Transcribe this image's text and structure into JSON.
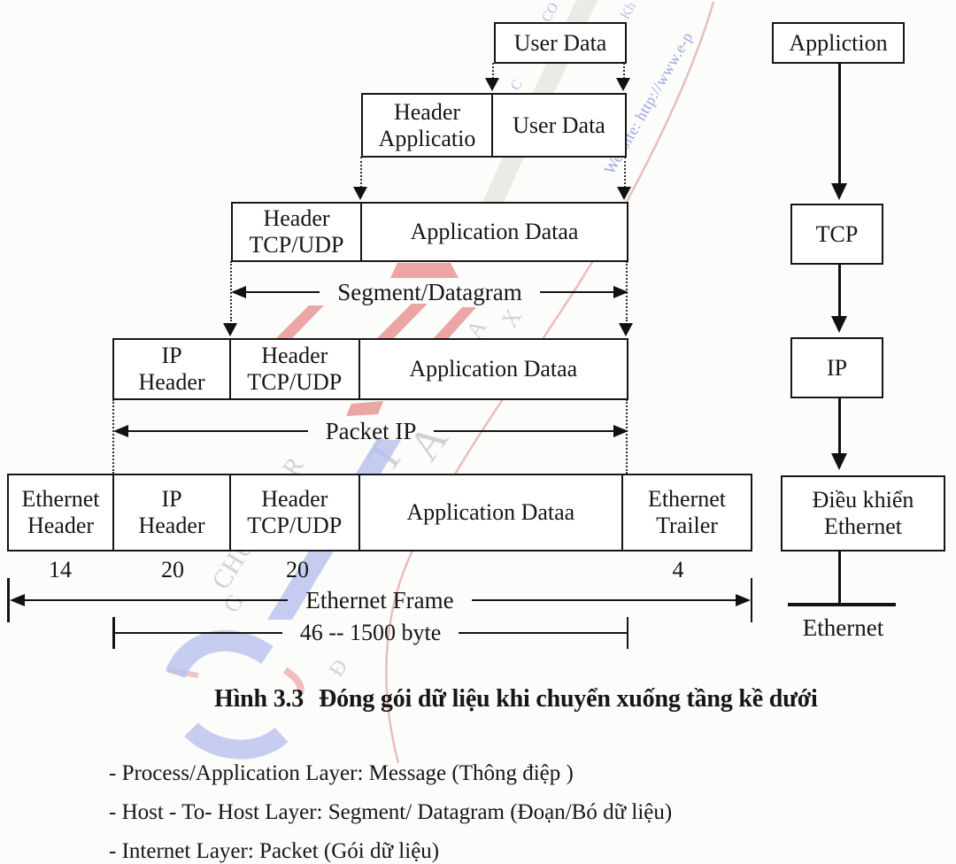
{
  "watermark": {
    "url_fragment": "Website: http://www.e-p",
    "fragments": {
      "c": "C",
      "co": "CO",
      "kh": "Kh",
      "chu": "CHU",
      "g": "G",
      "t": "T",
      "a1": "A",
      "r": "R",
      "a2": "A",
      "x": "X",
      "d": "Đ"
    },
    "colors": {
      "logo_red": "#d94f4f",
      "logo_blue": "#b7bfed",
      "url_blue": "#96a2de"
    }
  },
  "diagram": {
    "row_user": {
      "label": "User Data"
    },
    "row_application": {
      "header": [
        "Header",
        "Applicatio"
      ],
      "data": "User Data"
    },
    "row_transport": {
      "header": [
        "Header",
        "TCP/UDP"
      ],
      "data": "Application Dataa",
      "span_label": "Segment/Datagram"
    },
    "row_internet": {
      "ip_header": [
        "IP",
        "Header"
      ],
      "tcp_header": [
        "Header",
        "TCP/UDP"
      ],
      "data": "Application Dataa",
      "span_label": "Packet IP"
    },
    "row_ethernet": {
      "eth_header": [
        "Ethernet",
        "Header"
      ],
      "ip_header": [
        "IP",
        "Header"
      ],
      "tcp_header": [
        "Header",
        "TCP/UDP"
      ],
      "data": "Application Dataa",
      "eth_trailer": [
        "Ethernet",
        "Trailer"
      ],
      "sizes": {
        "eth_header": "14",
        "ip_header": "20",
        "tcp_header": "20",
        "eth_trailer": "4"
      },
      "frame_label": "Ethernet Frame",
      "payload_label": "46 -- 1500 byte"
    }
  },
  "stack": {
    "application": "Appliction",
    "tcp": "TCP",
    "ip": "IP",
    "ethernet_control": [
      "Điều khiển",
      "Ethernet"
    ],
    "ethernet_bus_label": "Ethernet"
  },
  "caption": {
    "figure": "Hình 3.3",
    "title": "Đóng gói dữ liệu khi chuyển xuống tầng kề dưới"
  },
  "notes": [
    "- Process/Application Layer: Message (Thông điệp )",
    "- Host - To- Host  Layer: Segment/ Datagram (Đoạn/Bó dữ liệu)",
    "- Internet Layer:  Packet (Gói dữ liệu)"
  ]
}
